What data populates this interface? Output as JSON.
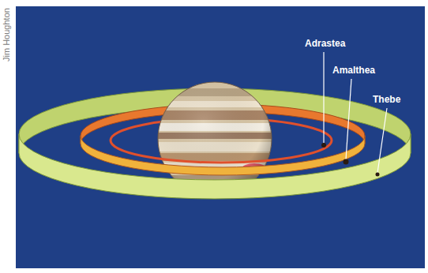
{
  "diagram": {
    "labels": [
      "Jim Houghton",
      "Adrastea",
      "Amalthea",
      "Thebe"
    ]
  }
}
